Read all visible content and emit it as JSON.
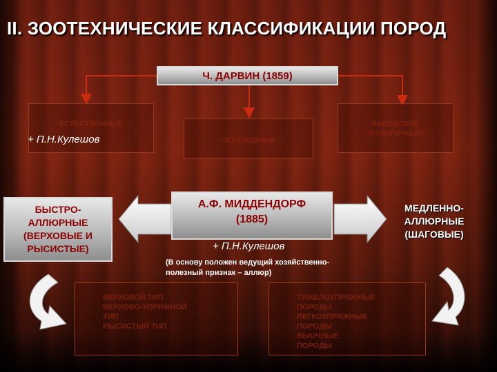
{
  "title": "II. ЗООТЕХНИЧЕСКИЕ КЛАССИФИКАЦИИ ПОРОД",
  "darwin": {
    "label": "Ч. ДАРВИН (1859)"
  },
  "darwin_groups": {
    "left": "ЕСТЕСТВЕННЫЕ",
    "left_addition": "+ П.Н.Кулешов",
    "middle": "ПЕРЕХОДНЫЕ",
    "right": "ЗАВОДСКИЕ\n(КУЛЬТУРНЫЕ)"
  },
  "middendorf": {
    "label": "А.Ф. МИДДЕНДОРФ\n(1885)",
    "addition": "+ П.Н.Кулешов",
    "note": "(В основу положен ведущий хозяйственно-\nполезный признак – аллюр)"
  },
  "fast": "БЫСТРО-\nАЛЛЮРНЫЕ\n(ВЕРХОВЫЕ И\nРЫСИСТЫЕ)",
  "slow": "МЕДЛЕННО-\nАЛЛЮРНЫЕ\n(ШАГОВЫЕ)",
  "bottom_left": "ВЕРХОВОЙ ТИП\nВЕРХОВО-УПРЯЖНОЙ\nТИП\nРЫСИСТЫЙ ТИП",
  "bottom_right": "ТЯЖЕЛОУПРЯЖНЫЕ\nПОРОДЫ\nЛЕГКОУПРЯЖНЫЕ\nПОРОДЫ\nВЬЮЧНЫЕ\nПОРОДЫ",
  "colors": {
    "box_text": "#8b0000",
    "connector": "#cc2a10"
  }
}
